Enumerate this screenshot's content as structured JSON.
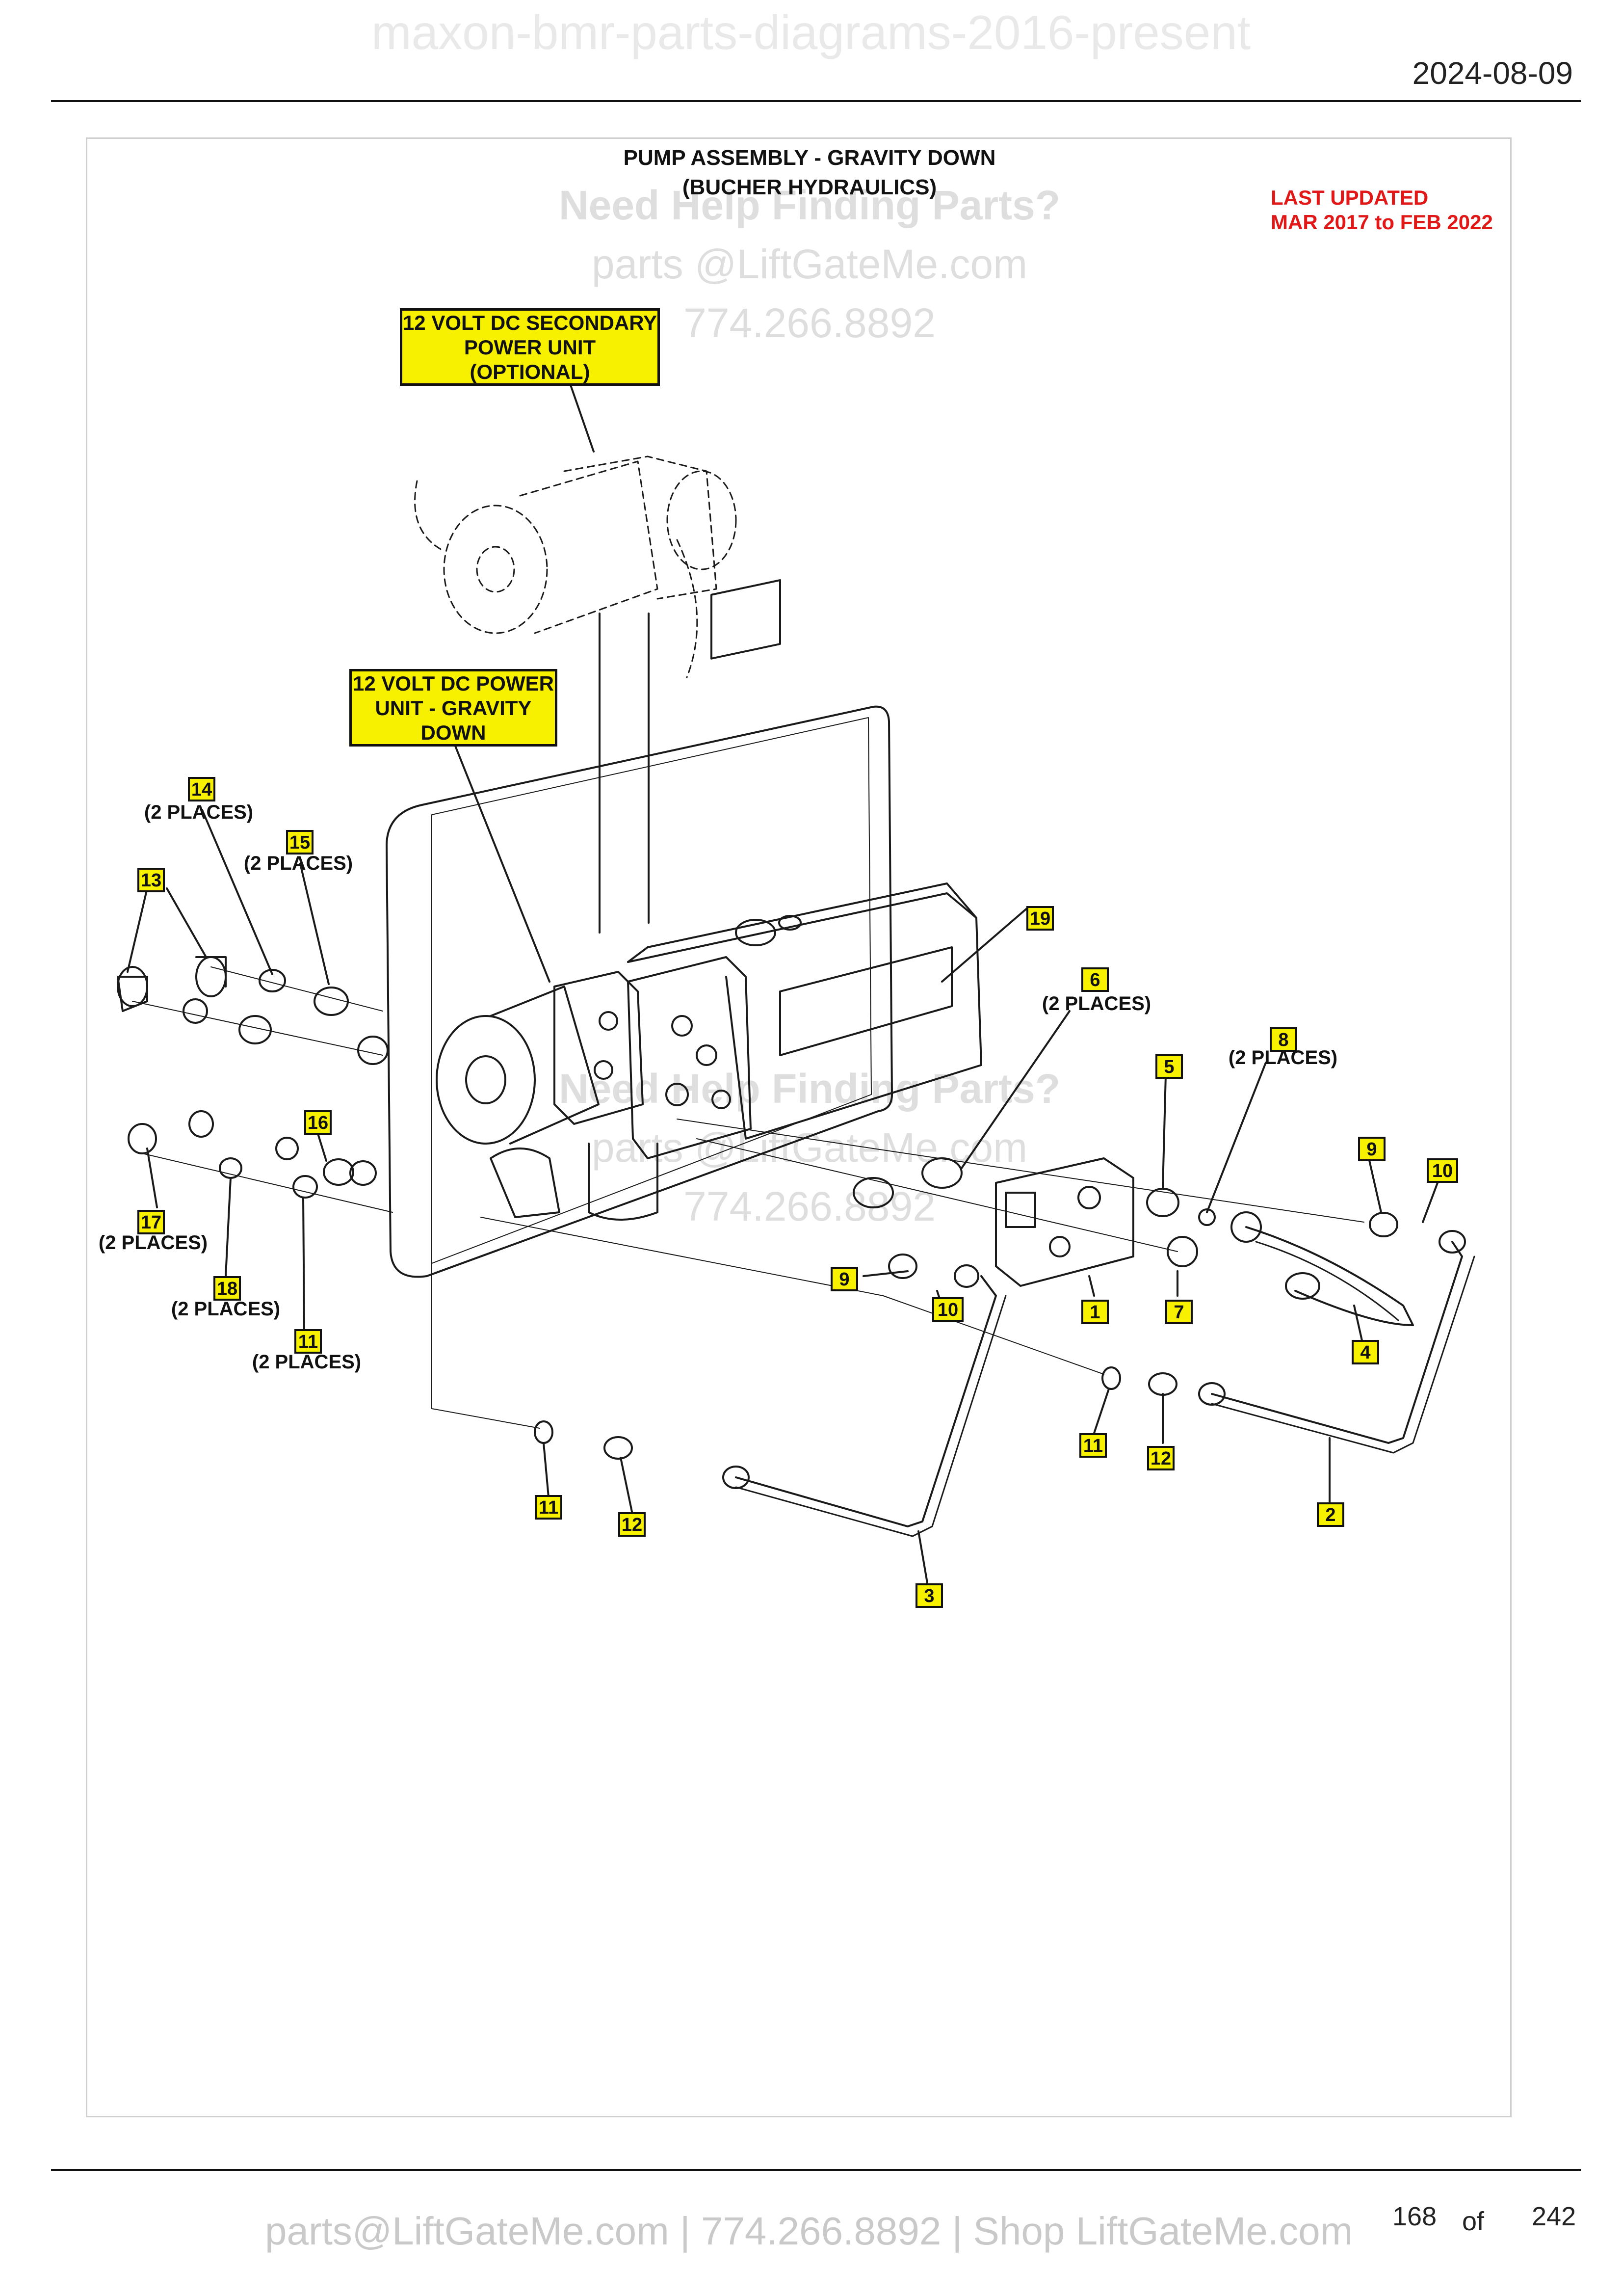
{
  "header": {
    "doc_title": "maxon-bmr-parts-diagrams-2016-present",
    "date": "2024-08-09"
  },
  "diagram": {
    "title_line1": "PUMP ASSEMBLY - GRAVITY DOWN",
    "title_line2": "(BUCHER HYDRAULICS)",
    "last_updated_line1": "LAST UPDATED",
    "last_updated_line2": "MAR 2017 to FEB 2022",
    "callouts": [
      {
        "line1": "12 VOLT DC SECONDARY",
        "line2": "POWER UNIT",
        "line3": "(OPTIONAL)"
      },
      {
        "line1": "12 VOLT DC POWER",
        "line2": "UNIT - GRAVITY",
        "line3": "DOWN"
      }
    ],
    "part_labels": [
      "14",
      "15",
      "13",
      "16",
      "17",
      "18",
      "11",
      "19",
      "6",
      "5",
      "8",
      "9",
      "10",
      "1",
      "7",
      "9",
      "10",
      "4",
      "11",
      "12",
      "2",
      "11",
      "12",
      "3"
    ],
    "places_text": "(2 PLACES)",
    "colors": {
      "label_fill": "#f7f100",
      "updated_red": "#e01818",
      "line": "#1a1a1a",
      "watermark": "#dedede"
    }
  },
  "watermarks": [
    {
      "heading": "Need Help Finding Parts?",
      "email": "parts @LiftGateMe.com",
      "phone": "774.266.8892"
    },
    {
      "heading": "Need Help Finding Parts?",
      "email": "parts @LiftGateMe.com",
      "phone": "774.266.8892"
    }
  ],
  "footer": {
    "contact": "parts@LiftGateMe.com | 774.266.8892 | Shop LiftGateMe.com",
    "page_current": "168",
    "page_of": "of",
    "page_total": "242"
  }
}
